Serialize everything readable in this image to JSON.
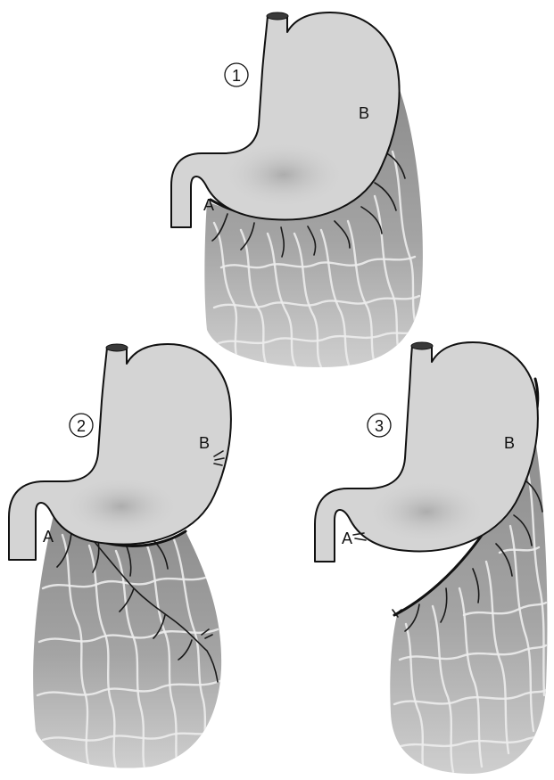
{
  "panels": [
    {
      "number": "①",
      "label_a": "A",
      "label_b": "B"
    },
    {
      "number": "②",
      "label_a": "A",
      "label_b": "B"
    },
    {
      "number": "③",
      "label_a": "A",
      "label_b": "B"
    }
  ],
  "colors": {
    "stomach_fill": "#d4d4d4",
    "omentum_dark": "#8c8c8c",
    "omentum_light": "#cfcfcf",
    "outline": "#111111"
  }
}
